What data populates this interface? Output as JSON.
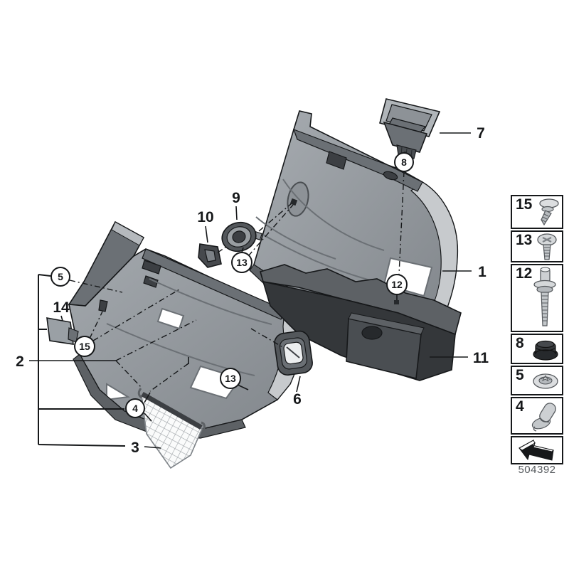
{
  "callouts": {
    "c1": "1",
    "c2": "2",
    "c3": "3",
    "c6": "6",
    "c7": "7",
    "c9": "9",
    "c10": "10",
    "c11": "11",
    "c14": "14",
    "b4": "4",
    "b5": "5",
    "b8": "8",
    "b12": "12",
    "b13_upper": "13",
    "b13_lower": "13",
    "b15": "15"
  },
  "legend": {
    "items": [
      {
        "label": "15",
        "icon": "expanding-rivet-icon"
      },
      {
        "label": "13",
        "icon": "pan-head-screw-icon"
      },
      {
        "label": "12",
        "icon": "stud-bolt-icon"
      },
      {
        "label": "8",
        "icon": "blind-plug-icon"
      },
      {
        "label": "5",
        "icon": "spring-nut-icon"
      },
      {
        "label": "4",
        "icon": "edge-clip-icon"
      }
    ],
    "footer_icon": "direction-arrow-icon",
    "drawing_number": "504392"
  },
  "colors": {
    "outline": "#16181a",
    "panel_face": "#9aa0a5",
    "panel_dark": "#5d6165",
    "panel_light_band": "#c7cacd",
    "foam": "#34373a",
    "background": "#ffffff"
  }
}
